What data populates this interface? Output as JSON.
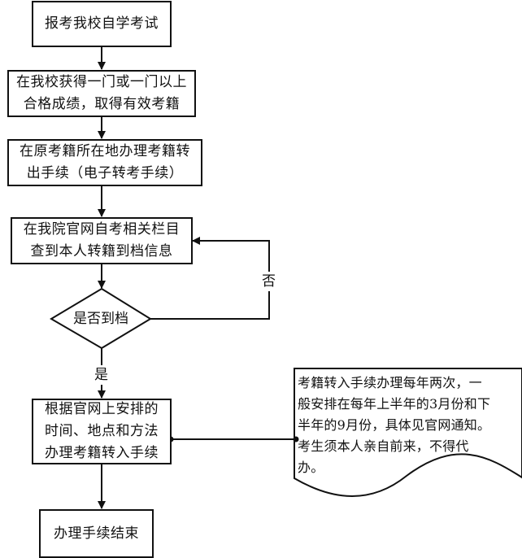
{
  "flowchart": {
    "nodes": {
      "step1": "报考我校自学考试",
      "step2": [
        "在我校获得一门或一门以上",
        "合格成绩，取得有效考籍"
      ],
      "step3": [
        "在原考籍所在地办理考籍转",
        "出手续（电子转考手续）"
      ],
      "step4": [
        "在我院官网自考相关栏目",
        "查到本人转籍到档信息"
      ],
      "decision": "是否到档",
      "step5": [
        "根据官网上安排的",
        "时间、地点和方法",
        "办理考籍转入手续"
      ],
      "end": "办理手续结束"
    },
    "edge_labels": {
      "no": "否",
      "yes": "是"
    },
    "note": {
      "lines": [
        "考籍转入手续办理每年两次，一",
        "般安排在每年上半年的3月份和下",
        "半年的9月份，具体见官网通知。",
        "考生须本人亲自前来，不得代",
        "办。"
      ]
    }
  }
}
